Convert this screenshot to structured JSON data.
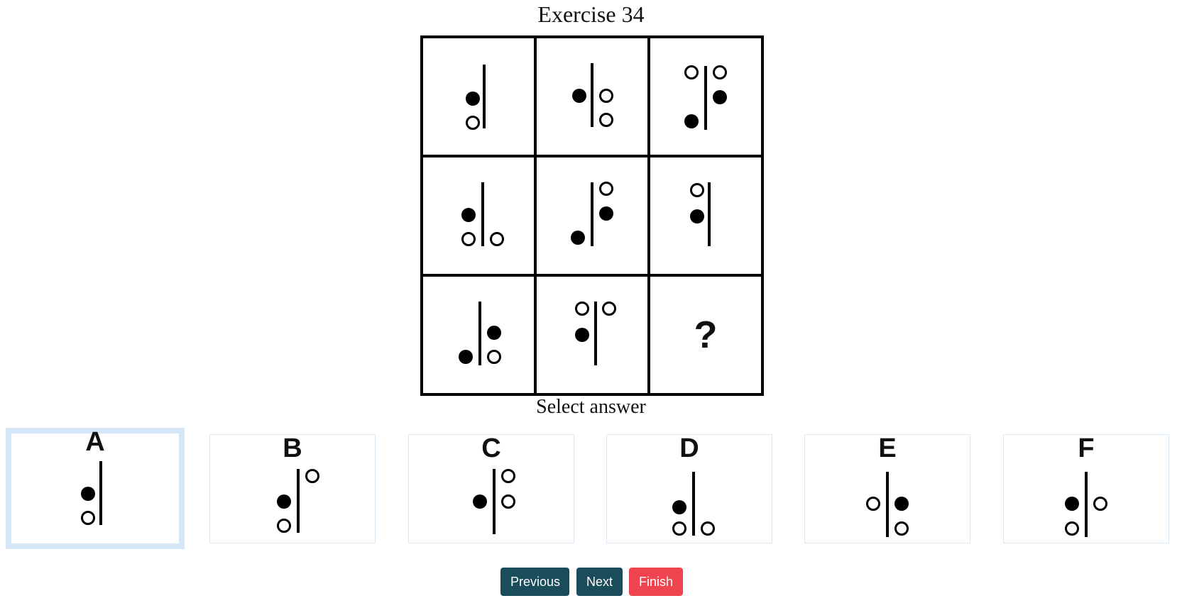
{
  "title": "Exercise 34",
  "select_label": "Select answer",
  "question_mark": "?",
  "matrix": [
    {
      "id": 1,
      "figure": "line-dot-mid-left-circle-low-left"
    },
    {
      "id": 2,
      "figure": "line-dot-mid-left-circles-right"
    },
    {
      "id": 3,
      "figure": "line-circles-top-dot-right-dot-low-left"
    },
    {
      "id": 4,
      "figure": "line-dot-left-circles-bottom"
    },
    {
      "id": 5,
      "figure": "line-circle-top-right-dot-right-dot-low-left"
    },
    {
      "id": 6,
      "figure": "line-circle-top-left-dot-left"
    },
    {
      "id": 7,
      "figure": "line-dot-right-dot-low-left-circle-low-right"
    },
    {
      "id": 8,
      "figure": "line-circles-top-dot-left"
    },
    {
      "id": 9,
      "figure": "unknown"
    }
  ],
  "options": [
    {
      "letter": "A",
      "selected": true
    },
    {
      "letter": "B",
      "selected": false
    },
    {
      "letter": "C",
      "selected": false
    },
    {
      "letter": "D",
      "selected": false
    },
    {
      "letter": "E",
      "selected": false
    },
    {
      "letter": "F",
      "selected": false
    }
  ],
  "buttons": {
    "previous": "Previous",
    "next": "Next",
    "finish": "Finish"
  },
  "colors": {
    "primary_button": "#1a4c5c",
    "finish_button": "#ef4350",
    "selected_border": "#d5e6f6"
  }
}
